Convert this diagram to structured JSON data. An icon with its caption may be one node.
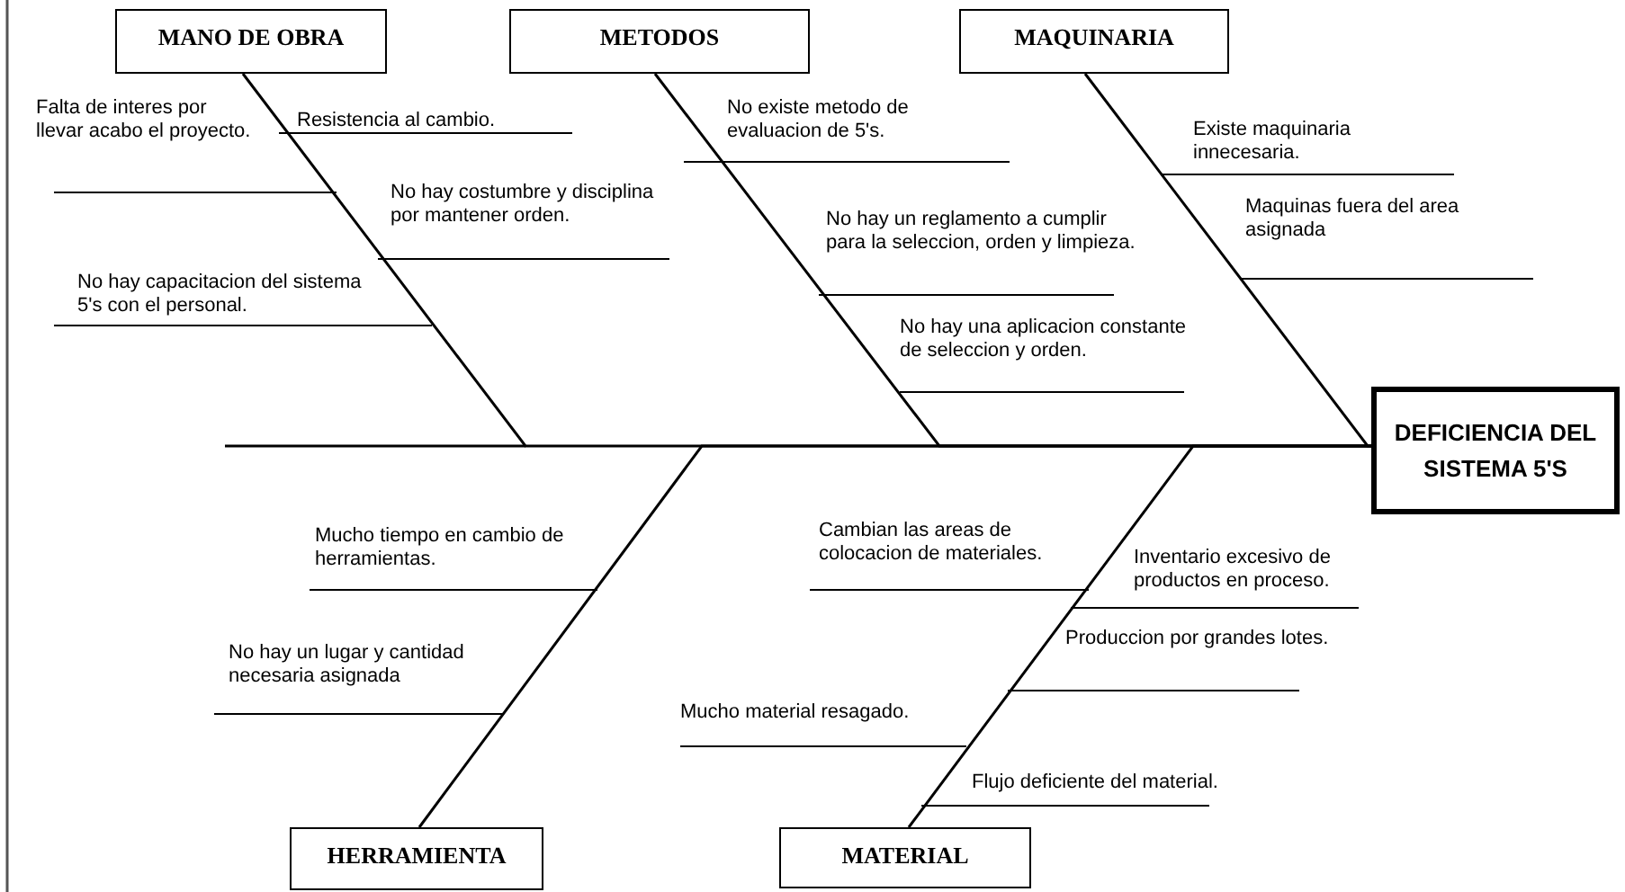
{
  "diagram": {
    "nodes": [
      {
        "text": [
          "MANO DE OBRA"
        ]
      },
      {
        "text": [
          "METODOS"
        ]
      },
      {
        "text": [
          "MAQUINARIA"
        ]
      },
      {
        "text": [
          "DEFICIENCIA DEL SISTEMA 5'S"
        ]
      },
      {
        "text": [
          "HERRAMIENTA"
        ]
      },
      {
        "text": [
          "MATERIAL"
        ]
      }
    ],
    "edges": [
      {
        "from": 0,
        "to": 3,
        "arrow": "none"
      },
      {
        "from": 1,
        "to": 3,
        "arrow": "none"
      },
      {
        "from": 2,
        "to": 3,
        "arrow": "none"
      },
      {
        "from": 4,
        "to": 3,
        "arrow": "none"
      },
      {
        "from": 5,
        "to": 3,
        "arrow": "none"
      }
    ],
    "labels": [
      "Falta de interes por llevar acabo el proyecto.",
      "Resistencia al cambio.",
      "No existe metodo de evaluacion de 5's.",
      "Existe maquinaria innecesaria.",
      "No hay costumbre y disciplina por mantener orden.",
      "No hay un reglamento a cumplir para la seleccion, orden y limpieza.",
      "Maquinas fuera del area asignada",
      "No hay capacitacion del sistema 5's con el personal.",
      "No hay una aplicacion constante de seleccion y orden.",
      "Mucho tiempo en cambio de herramientas.",
      "Cambian las areas de colocacion de materiales.",
      "Inventario excesivo de productos en proceso.",
      "Produccion por grandes lotes.",
      "No hay un lugar y cantidad necesaria asignada",
      "Mucho material resagado.",
      "Flujo deficiente del material."
    ]
  }
}
